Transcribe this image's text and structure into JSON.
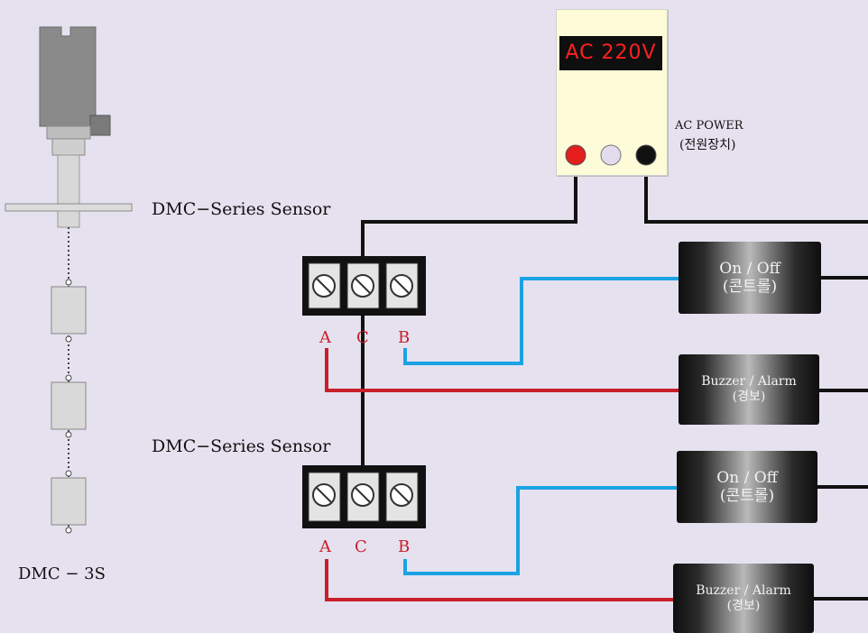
{
  "power_supply": {
    "display": "AC 220V",
    "label_line1": "AC POWER",
    "label_line2": "(전원장치)"
  },
  "sensor_product": {
    "label": "DMC − 3S"
  },
  "terminal_blocks": [
    {
      "label": "DMC−Series Sensor",
      "terminals": [
        "A",
        "C",
        "B"
      ]
    },
    {
      "label": "DMC−Series Sensor",
      "terminals": [
        "A",
        "C",
        "B"
      ]
    }
  ],
  "modules": [
    {
      "line1": "On / Off",
      "line2": "(콘트롤)"
    },
    {
      "line1": "Buzzer / Alarm",
      "line2": "(경보)"
    },
    {
      "line1": "On / Off",
      "line2": "(콘트롤)"
    },
    {
      "line1": "Buzzer / Alarm",
      "line2": "(경보)"
    }
  ],
  "colors": {
    "background": "#e6e1ef",
    "wire_black": "#111111",
    "wire_blue": "#1aa3e3",
    "wire_red": "#c8202a",
    "terminal_label": "#c8202a",
    "display_text": "#ff2020",
    "power_box": "#fdfbd8"
  }
}
